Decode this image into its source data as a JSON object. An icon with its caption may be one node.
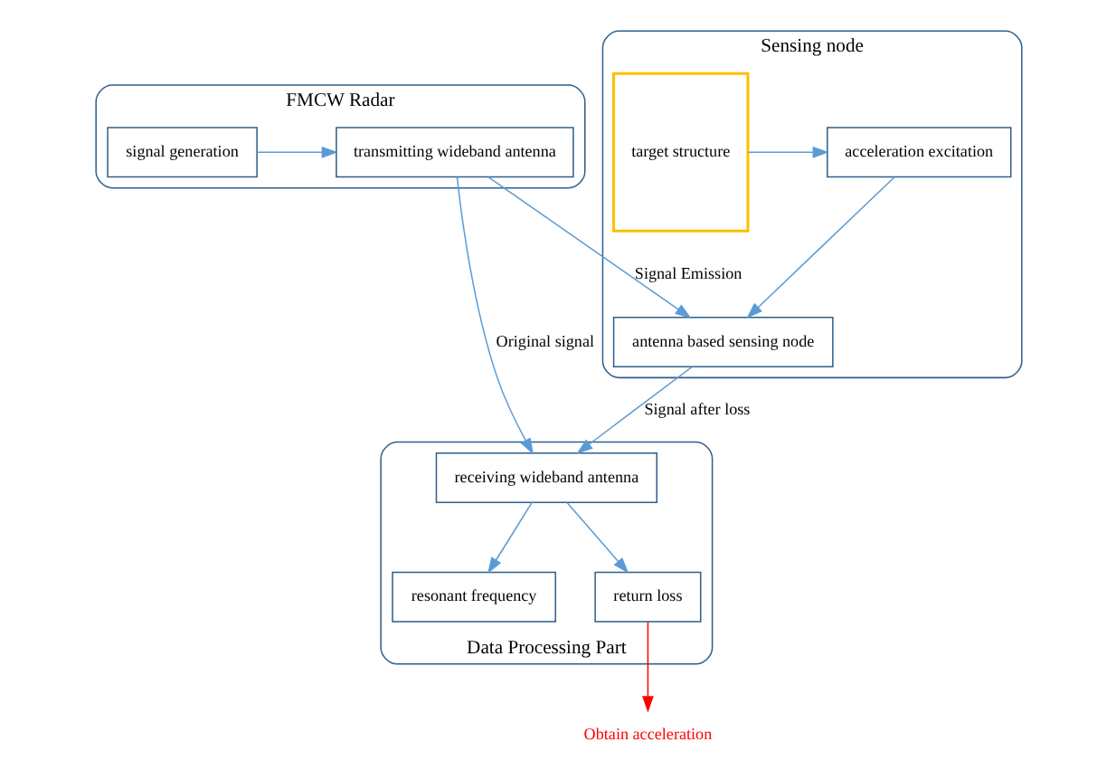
{
  "diagram": {
    "nodes": [
      {
        "text": [
          "FMCW Radar"
        ]
      },
      {
        "text": [
          "signal generation"
        ],
        "in": 0
      },
      {
        "text": [
          "transmitting wideband antenna"
        ],
        "in": 0
      },
      {
        "text": [
          "Sensing node"
        ]
      },
      {
        "text": [
          "acceleration excitation"
        ],
        "in": 3
      },
      {
        "text": [
          "target structure"
        ],
        "in": 3
      },
      {
        "text": [
          "antenna based sensing node"
        ],
        "in": 3
      },
      {
        "text": [
          "Data Processing Part"
        ]
      },
      {
        "text": [
          "receiving wideband antenna"
        ],
        "in": 7
      },
      {
        "text": [
          "resonant frequency"
        ],
        "in": 7
      },
      {
        "text": [
          "return loss"
        ],
        "in": 7
      },
      {
        "text": [
          "Obtain acceleration"
        ]
      }
    ],
    "edges": [
      {
        "from": 1,
        "to": 2,
        "arrow": "to"
      },
      {
        "from": 2,
        "to": 6,
        "arrow": "to",
        "label": "Signal Emission"
      },
      {
        "from": 5,
        "to": 4,
        "arrow": "to"
      },
      {
        "from": 4,
        "to": 6,
        "arrow": "to"
      },
      {
        "from": 2,
        "to": 8,
        "arrow": "to",
        "label": "Original signal"
      },
      {
        "from": 6,
        "to": 8,
        "arrow": "to",
        "label": "Signal after loss"
      },
      {
        "from": 8,
        "to": 9,
        "arrow": "to"
      },
      {
        "from": 8,
        "to": 10,
        "arrow": "to"
      },
      {
        "from": 10,
        "to": 11,
        "arrow": "to",
        "color": "#ff0000"
      }
    ]
  }
}
